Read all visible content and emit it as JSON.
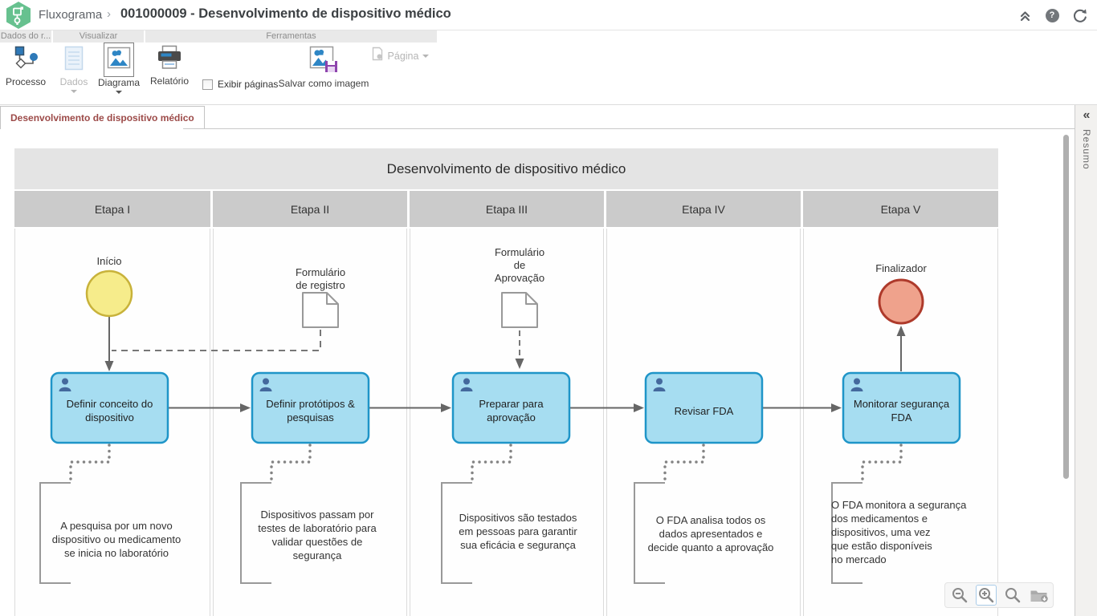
{
  "header": {
    "app_name": "Fluxograma",
    "separator": "›",
    "title": "001000009 - Desenvolvimento de dispositivo médico",
    "help_glyph": "?"
  },
  "ribbon": {
    "groups": [
      {
        "label": "Dados do r..."
      },
      {
        "label": "Visualizar"
      },
      {
        "label": "Ferramentas"
      }
    ],
    "processo": {
      "label": "Processo"
    },
    "dados": {
      "label": "Dados",
      "disabled": true
    },
    "diagrama": {
      "label": "Diagrama",
      "selected": true
    },
    "relatorio": {
      "label": "Relatório"
    },
    "exibir_paginas": {
      "label": "Exibir páginas",
      "checked": false
    },
    "salvar": {
      "label": "Salvar como imagem"
    },
    "pagina": {
      "label": "Página",
      "disabled": true
    }
  },
  "tab": {
    "label": "Desenvolvimento de dispositivo médico"
  },
  "rail": {
    "collapse_glyph": "«",
    "label": "Resumo"
  },
  "diagram": {
    "title": "Desenvolvimento de dispositivo médico",
    "lanes": [
      "Etapa I",
      "Etapa II",
      "Etapa III",
      "Etapa IV",
      "Etapa V"
    ],
    "start": {
      "label": "Início"
    },
    "end": {
      "label": "Finalizador"
    },
    "documents": [
      {
        "lines": [
          "Formulário",
          "de registro"
        ]
      },
      {
        "lines": [
          "Formulário",
          "de",
          "Aprovação"
        ]
      }
    ],
    "tasks": [
      {
        "lines": [
          "Definir conceito do",
          "dispositivo"
        ]
      },
      {
        "lines": [
          "Definir protótipos &",
          "pesquisas"
        ]
      },
      {
        "lines": [
          "Preparar para",
          "aprovação"
        ]
      },
      {
        "lines": [
          "Revisar FDA"
        ]
      },
      {
        "lines": [
          "Monitorar segurança",
          "FDA"
        ]
      }
    ],
    "annotations": [
      {
        "lines": [
          "A pesquisa por um novo",
          "dispositivo ou medicamento",
          "se inicia no laboratório"
        ]
      },
      {
        "lines": [
          "Dispositivos passam por",
          "testes de laboratório para",
          "validar questões de",
          "segurança"
        ]
      },
      {
        "lines": [
          "Dispositivos são testados",
          "em pessoas para garantir",
          "sua eficácia e segurança"
        ]
      },
      {
        "lines": [
          "O FDA analisa todos os",
          "dados apresentados e",
          "decide quanto a aprovação"
        ]
      },
      {
        "lines": [
          "O FDA monitora a segurança",
          "dos medicamentos e",
          "dispositivos, uma vez",
          "que estão disponíveis",
          "no mercado"
        ]
      }
    ]
  },
  "zoom_controls": {
    "buttons": [
      "zoom-out-icon",
      "zoom-in-icon",
      "zoom-icon",
      "open-folder-icon"
    ],
    "active": "zoom-in-icon"
  },
  "colors": {
    "logo_green": "#67c18f",
    "task_fill": "#a6ddf1",
    "task_border": "#1f95c8",
    "start_fill": "#f6ec8b",
    "start_border": "#c8b23a",
    "end_fill": "#efa28c",
    "end_border": "#ae3a2b",
    "tab_text": "#9c4a48",
    "person_blue": "#44699d"
  }
}
